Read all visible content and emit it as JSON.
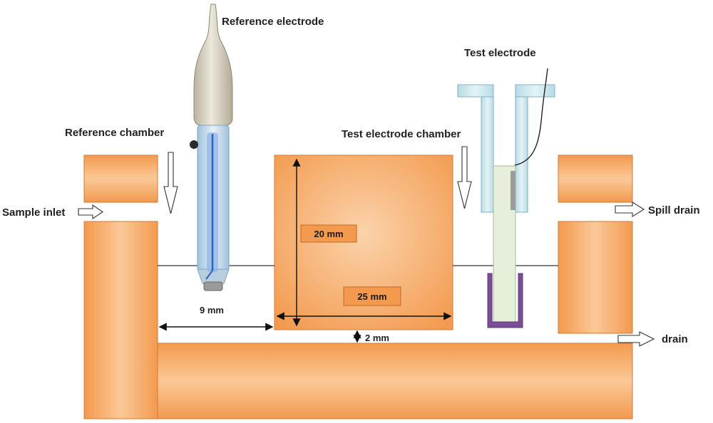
{
  "colors": {
    "block": "#f39a4e",
    "block_light": "#fbc898",
    "block_edge": "#c06a28",
    "electrode_glass": "#cfe2ee",
    "electrode_blue": "#3a7bd5",
    "electrode_cap": "#ddd8c6",
    "test_holder": "#c9e3ea",
    "test_shaft": "#e2edd5",
    "test_cup": "#7a4e96"
  },
  "labels": {
    "reference_electrode": "Reference electrode",
    "test_electrode": "Test electrode",
    "reference_chamber": "Reference chamber",
    "test_electrode_chamber": "Test electrode chamber",
    "sample_inlet": "Sample inlet",
    "spill_drain": "Spill drain",
    "drain": "drain"
  },
  "dimensions": {
    "height": "20 mm",
    "width": "25 mm",
    "gap": "9 mm",
    "clearance": "2 mm"
  }
}
